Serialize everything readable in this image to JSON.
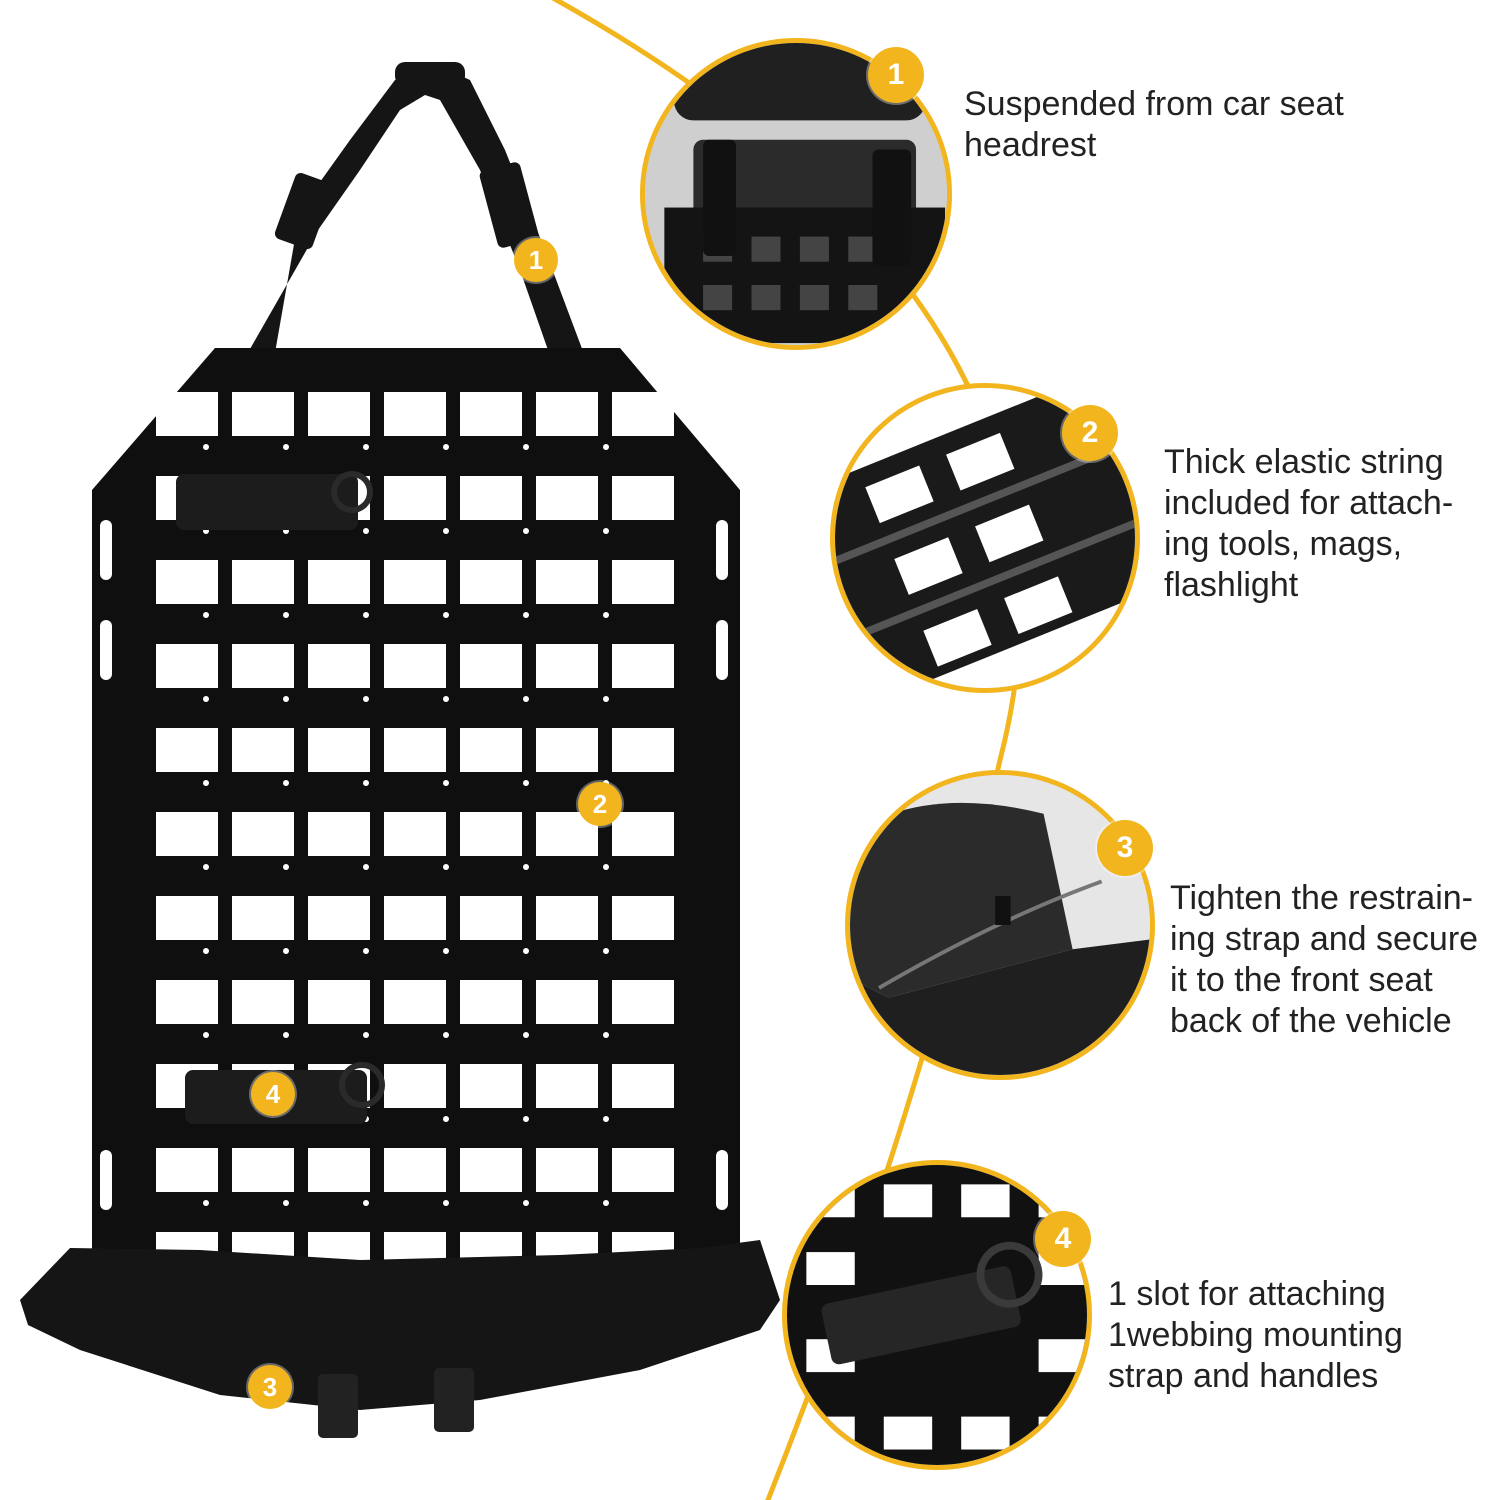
{
  "colors": {
    "accent": "#f2b51d",
    "panel": "#0f0f0f",
    "text": "#222222"
  },
  "features": [
    {
      "number": "1",
      "lines": [
        "Suspended from car seat",
        "headrest"
      ]
    },
    {
      "number": "2",
      "lines": [
        "Thick elastic string",
        "included for attach-",
        "ing tools, mags,",
        "flashlight"
      ]
    },
    {
      "number": "3",
      "lines": [
        "Tighten the restrain-",
        "ing strap and secure",
        "it to the front seat",
        "back of the vehicle"
      ]
    },
    {
      "number": "4",
      "lines": [
        "1 slot for attaching",
        "1webbing mounting",
        "strap and handles"
      ]
    }
  ],
  "product_badges": [
    "1",
    "2",
    "3",
    "4"
  ]
}
